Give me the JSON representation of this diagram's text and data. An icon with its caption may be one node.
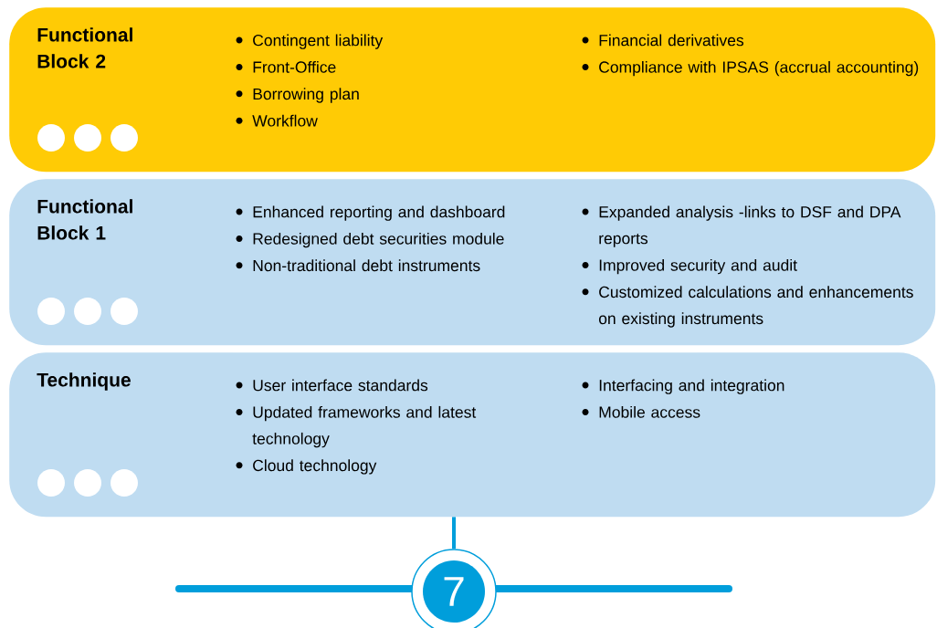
{
  "diagram": {
    "nodes": [
      {
        "text": [
          "Functional Block 2",
          "Contingent liability",
          "Front-Office",
          "Borrowing plan",
          "Workflow",
          "Financial derivatives",
          "Compliance with IPSAS (accrual accounting)"
        ]
      },
      {
        "text": [
          "Functional Block 1",
          "Enhanced reporting and dashboard",
          "Redesigned debt securities module",
          "Non-traditional debt instruments",
          "Expanded analysis -links to DSF and DPA reports",
          "Improved security and audit",
          "Customized calculations and enhancements on existing instruments"
        ]
      },
      {
        "text": [
          "Technique",
          "User interface standards",
          "Updated frameworks and latest technology",
          "Cloud technology",
          "Interfacing and integration",
          "Mobile access"
        ]
      },
      {
        "text": [
          "7"
        ]
      }
    ],
    "edges": [
      {
        "from": 2,
        "to": 3,
        "arrow": "none"
      }
    ]
  }
}
